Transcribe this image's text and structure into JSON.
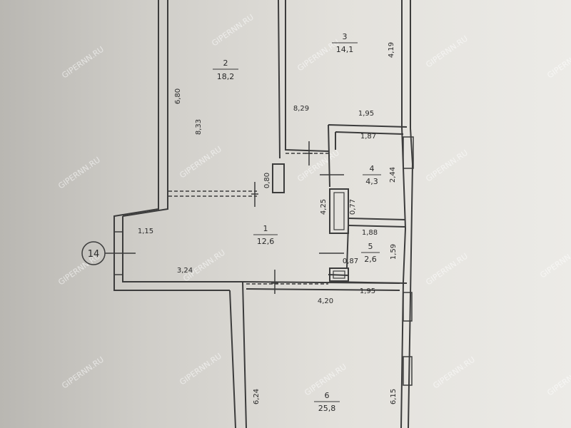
{
  "floor_plan": {
    "unit_marker": "14",
    "rooms": [
      {
        "number": "1",
        "area": "12,6"
      },
      {
        "number": "2",
        "area": "18,2"
      },
      {
        "number": "3",
        "area": "14,1"
      },
      {
        "number": "4",
        "area": "4,3"
      },
      {
        "number": "5",
        "area": "2,6"
      },
      {
        "number": "6",
        "area": "25,8"
      }
    ],
    "dimensions": {
      "d_6_80": "6,80",
      "d_8_33": "8,33",
      "d_8_29": "8,29",
      "d_4_19": "4,19",
      "d_1_95_top": "1,95",
      "d_1_87": "1,87",
      "d_2_44": "2,44",
      "d_0_80": "0,80",
      "d_4_25": "4,25",
      "d_0_77": "0,77",
      "d_1_15": "1,15",
      "d_1_88": "1,88",
      "d_1_59": "1,59",
      "d_0_87": "0,87",
      "d_3_24": "3,24",
      "d_1_95_bottom": "1,95",
      "d_4_20": "4,20",
      "d_6_24": "6,24",
      "d_6_15": "6,15"
    },
    "watermark": "GIPERNN.RU"
  }
}
